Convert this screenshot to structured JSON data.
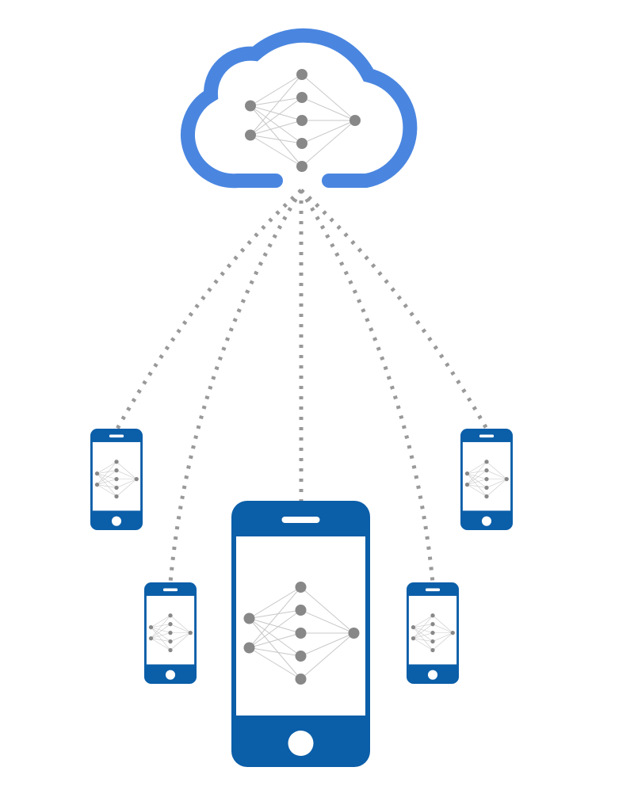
{
  "colors": {
    "cloud": "#4a86e0",
    "device": "#0b5ea8",
    "screen": "#ffffff",
    "node": "#888888",
    "edge": "#c8c8c8",
    "link": "#999999"
  },
  "network_layers": [
    2,
    5,
    1
  ],
  "devices": [
    "phone-left-upper",
    "phone-left-lower",
    "phone-center-large",
    "phone-right-lower",
    "phone-right-upper"
  ]
}
